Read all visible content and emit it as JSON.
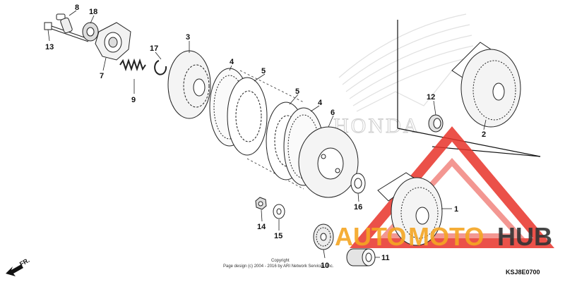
{
  "callouts": [
    {
      "id": "1",
      "label": "1"
    },
    {
      "id": "2",
      "label": "2"
    },
    {
      "id": "3",
      "label": "3"
    },
    {
      "id": "4a",
      "label": "4"
    },
    {
      "id": "4b",
      "label": "4"
    },
    {
      "id": "5a",
      "label": "5"
    },
    {
      "id": "5b",
      "label": "5"
    },
    {
      "id": "6",
      "label": "6"
    },
    {
      "id": "7",
      "label": "7"
    },
    {
      "id": "8",
      "label": "8"
    },
    {
      "id": "9",
      "label": "9"
    },
    {
      "id": "10",
      "label": "10"
    },
    {
      "id": "11",
      "label": "11"
    },
    {
      "id": "12",
      "label": "12"
    },
    {
      "id": "13",
      "label": "13"
    },
    {
      "id": "14",
      "label": "14"
    },
    {
      "id": "15",
      "label": "15"
    },
    {
      "id": "16",
      "label": "16"
    },
    {
      "id": "17",
      "label": "17"
    },
    {
      "id": "18",
      "label": "18"
    }
  ],
  "diagram_code": "KSJ8E0700",
  "direction_label": "FR.",
  "copyright_line1": "Copyright",
  "copyright_line2": "Page design (c) 2004 - 2016 by ARI Network Services, Inc.",
  "background_brand": "HONDA",
  "watermark": {
    "part1": "AUTO",
    "part2": "MOTO",
    "part3": "HUB",
    "color_orange": "#f5a623",
    "color_dark": "#333333",
    "color_red": "#e8332a"
  }
}
